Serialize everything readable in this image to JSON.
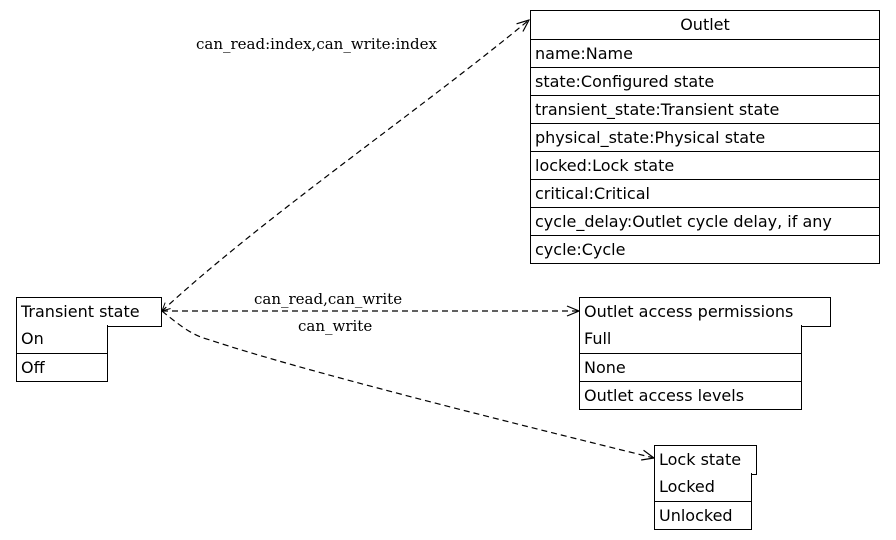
{
  "nodes": {
    "outlet": {
      "title": "Outlet",
      "fields": [
        "name:Name",
        "state:Configured state",
        "transient_state:Transient state",
        "physical_state:Physical state",
        "locked:Lock state",
        "critical:Critical",
        "cycle_delay:Outlet cycle delay, if any",
        "cycle:Cycle"
      ]
    },
    "transient_state": {
      "title": "Transient state",
      "values": [
        "On",
        "Off"
      ]
    },
    "access_permissions": {
      "title": "Outlet access permissions",
      "values": [
        "Full",
        "None",
        "Outlet access levels"
      ]
    },
    "lock_state": {
      "title": "Lock state",
      "values": [
        "Locked",
        "Unlocked"
      ]
    }
  },
  "edges": {
    "to_outlet": "can_read:index,can_write:index",
    "to_permissions": "can_read,can_write",
    "to_lock_state": "can_write"
  }
}
